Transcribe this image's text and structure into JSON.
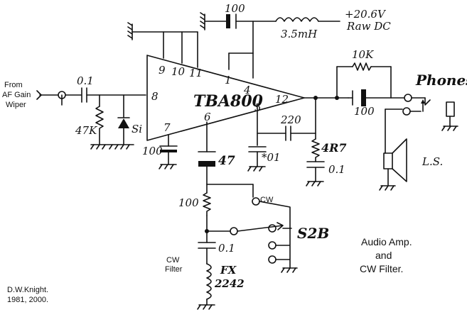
{
  "diagram": {
    "input_label": [
      "From",
      "AF Gain",
      "Wiper"
    ],
    "ic_name": "TBA800",
    "pins": {
      "p1": "1",
      "p4": "4",
      "p5": "5",
      "p6": "6",
      "p7": "7",
      "p8": "8",
      "p9": "9",
      "p10": "10",
      "p11": "11",
      "p12": "12"
    },
    "components": {
      "c_in": "0.1",
      "r_in": "47K",
      "diode": "Si",
      "c_pin7": "100",
      "c_supply": "100",
      "inductor": "3.5mH",
      "supply": [
        "+20.6V",
        "Raw DC"
      ],
      "c_pin6": "47",
      "c_pin5": "*01",
      "c_fb": "220",
      "r_zobel": "4R7",
      "c_zobel": "0.1",
      "r_out": "10K",
      "c_out": "100",
      "r_cw": "100",
      "c_cw": "0.1",
      "filter_inductor": [
        "FX",
        "2242"
      ],
      "filter_label": [
        "CW",
        "Filter"
      ],
      "switch": "S2B",
      "switch_pos": "CW",
      "phones": "Phones",
      "speaker": "L.S."
    },
    "title": [
      "Audio Amp.",
      "and",
      "CW Filter."
    ],
    "author": [
      "D.W.Knight.",
      "1981, 2000."
    ]
  }
}
